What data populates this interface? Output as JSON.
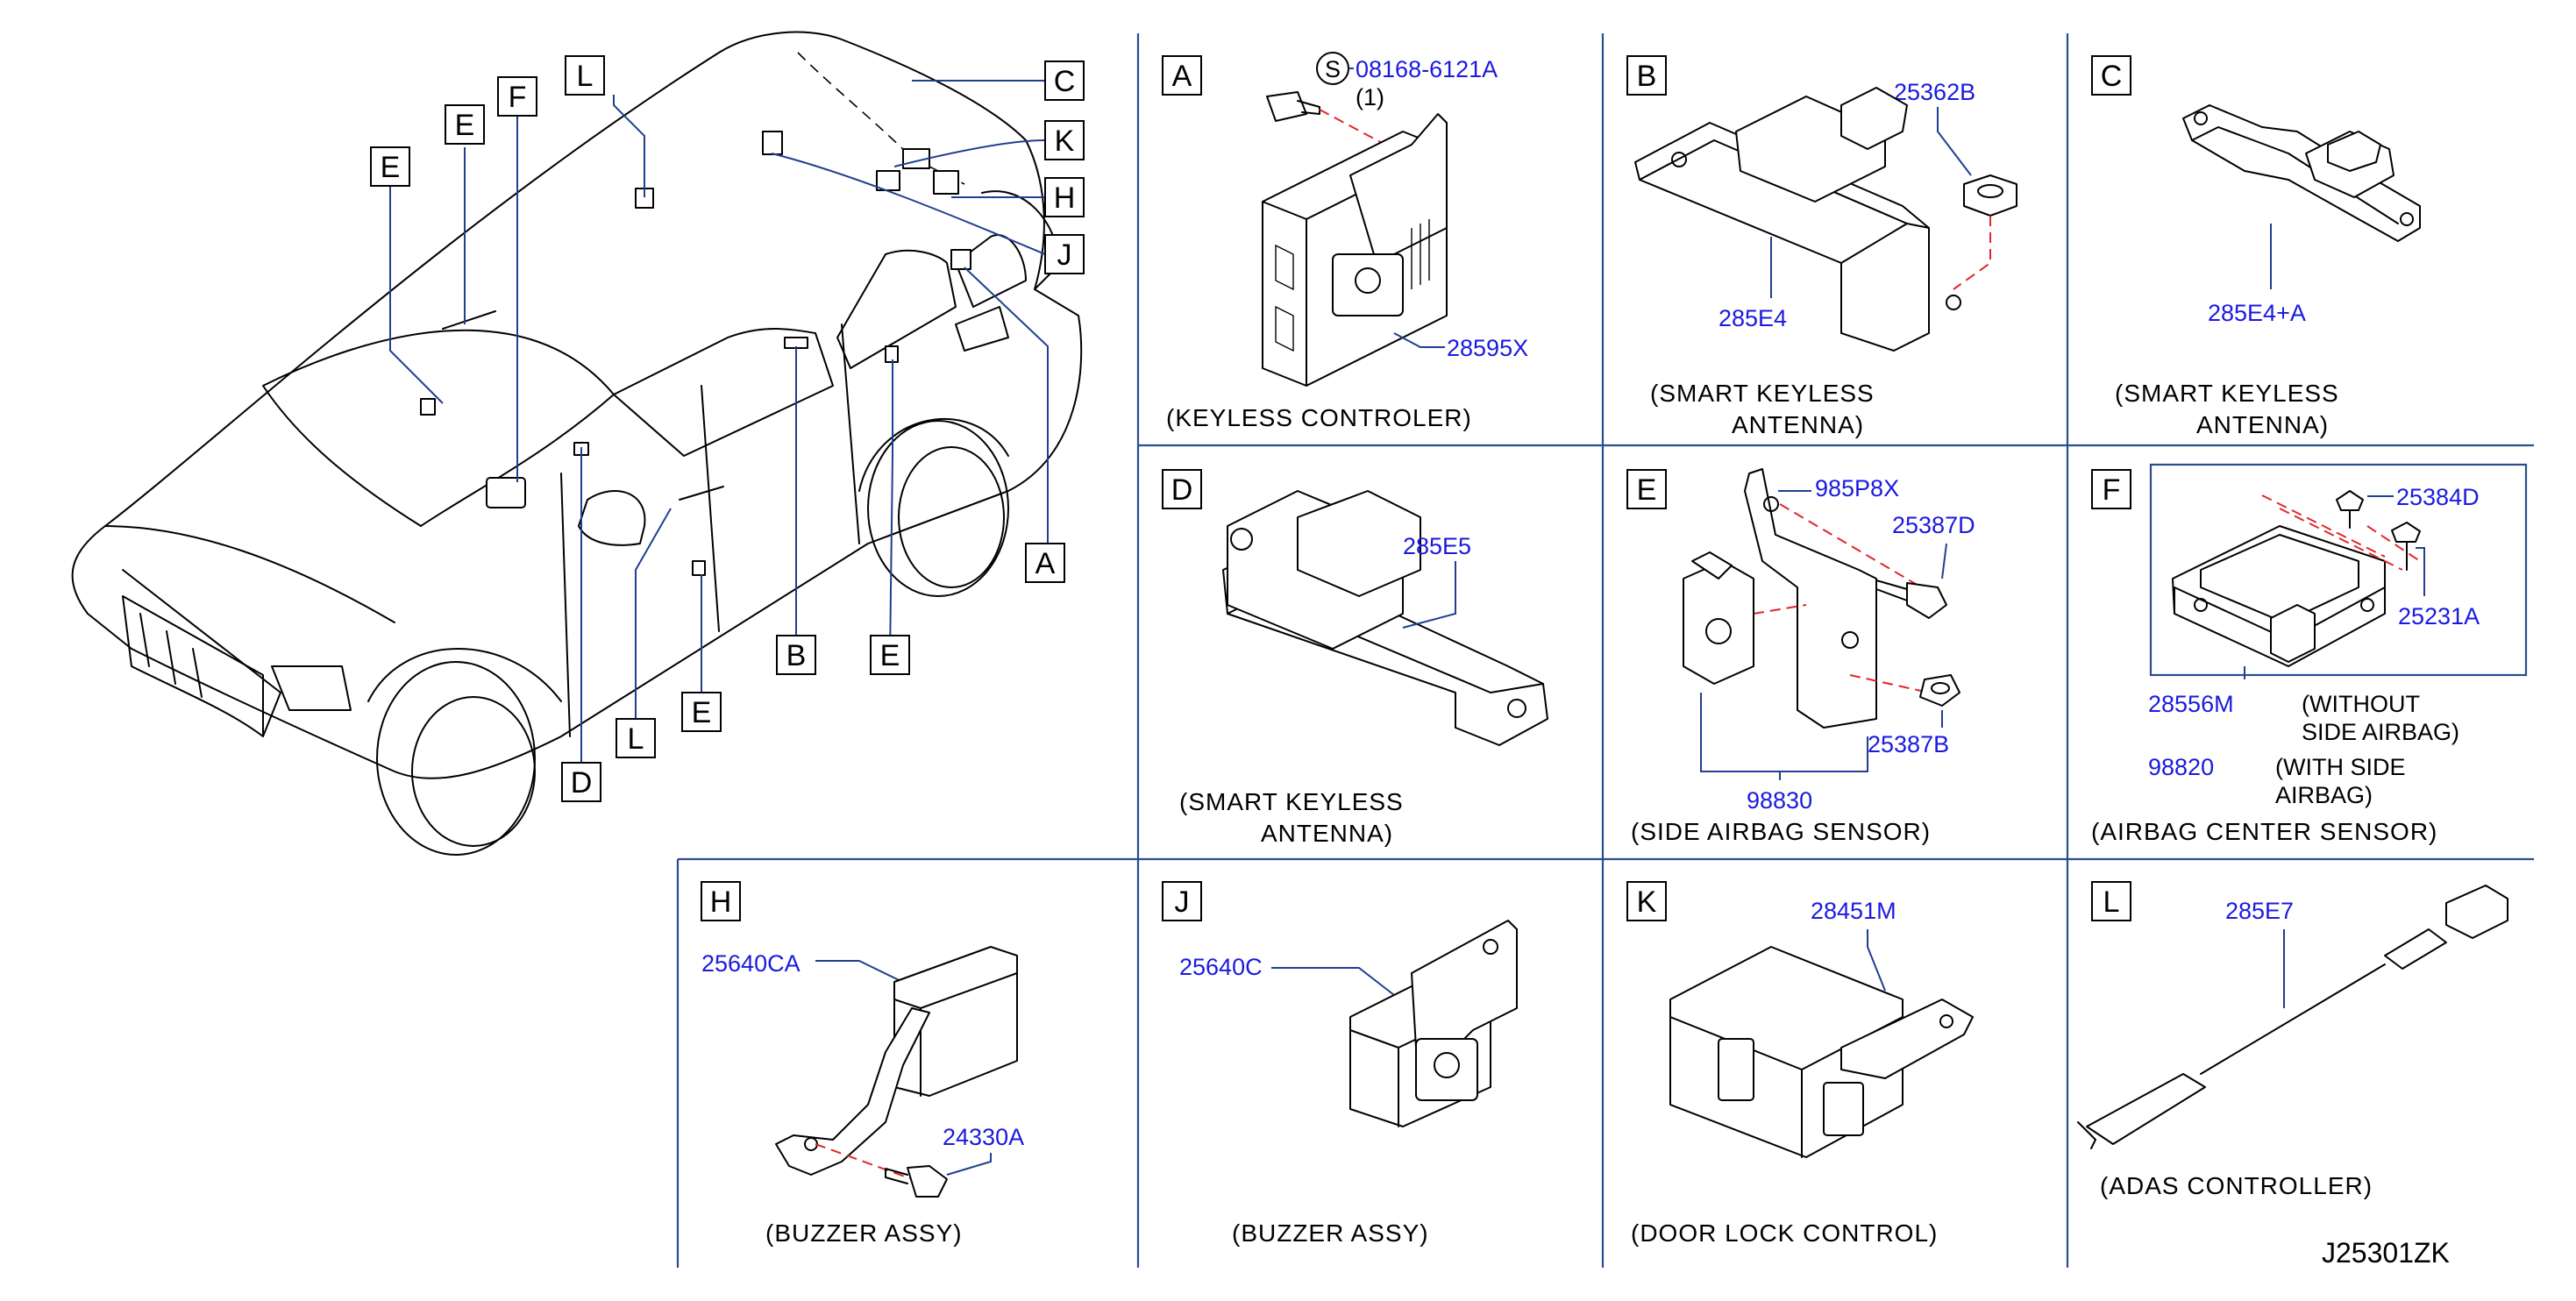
{
  "diagram_code": "J25301ZK",
  "overview_callouts": [
    "C",
    "K",
    "H",
    "J",
    "A",
    "B",
    "E",
    "E",
    "L",
    "D",
    "E",
    "L",
    "F",
    "E"
  ],
  "panels": {
    "A": {
      "letter": "A",
      "caption": "(KEYLESS CONTROLER)",
      "parts": [
        "08168-6121A",
        "28595X"
      ],
      "qty": "(1)",
      "s_mark": "S"
    },
    "B": {
      "letter": "B",
      "caption_1": "(SMART KEYLESS",
      "caption_2": "ANTENNA)",
      "parts": [
        "25362B",
        "285E4"
      ]
    },
    "C": {
      "letter": "C",
      "caption_1": "(SMART KEYLESS",
      "caption_2": "ANTENNA)",
      "parts": [
        "285E4+A"
      ]
    },
    "D": {
      "letter": "D",
      "caption_1": "(SMART KEYLESS",
      "caption_2": "ANTENNA)",
      "parts": [
        "285E5"
      ]
    },
    "E": {
      "letter": "E",
      "caption": "(SIDE AIRBAG SENSOR)",
      "parts": [
        "985P8X",
        "25387D",
        "25387B",
        "98830"
      ]
    },
    "F": {
      "letter": "F",
      "caption": "(AIRBAG CENTER SENSOR)",
      "parts": [
        "25384D",
        "25231A",
        "28556M",
        "98820"
      ],
      "note_1a": "(WITHOUT",
      "note_1b": "SIDE AIRBAG)",
      "note_2a": "(WITH SIDE",
      "note_2b": "AIRBAG)"
    },
    "H": {
      "letter": "H",
      "caption": "(BUZZER ASSY)",
      "parts": [
        "25640CA",
        "24330A"
      ]
    },
    "J": {
      "letter": "J",
      "caption": "(BUZZER ASSY)",
      "parts": [
        "25640C"
      ]
    },
    "K": {
      "letter": "K",
      "caption": "(DOOR LOCK CONTROL)",
      "parts": [
        "28451M"
      ]
    },
    "L": {
      "letter": "L",
      "caption": "(ADAS CONTROLLER)",
      "parts": [
        "285E7"
      ]
    }
  }
}
